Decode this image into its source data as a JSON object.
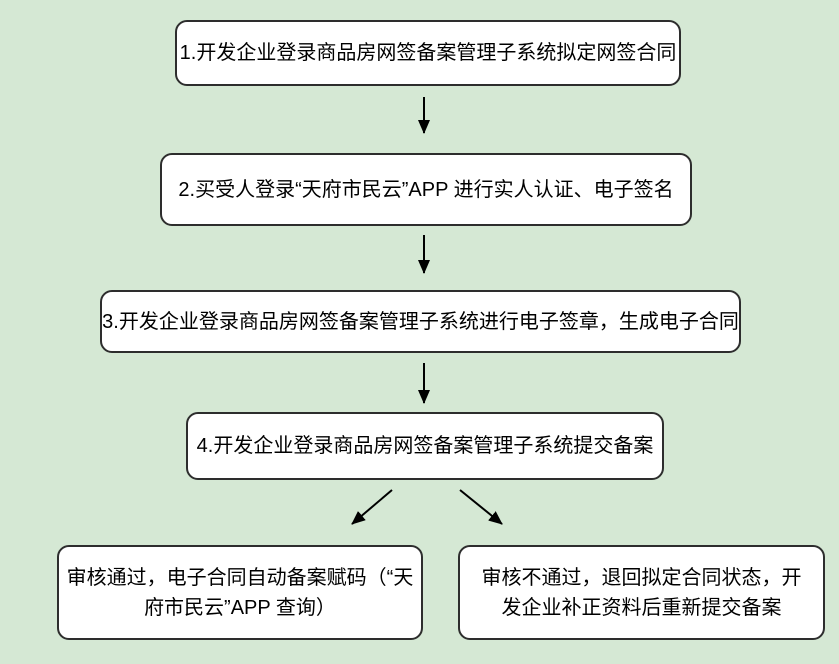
{
  "theme": {
    "background_color": "#d5e8d4",
    "box_fill": "#ffffff",
    "box_border": "#2d2d2d",
    "arrow_color": "#000000",
    "text_color": "#000000"
  },
  "flowchart": {
    "steps": [
      {
        "id": "step-1",
        "text": "1.开发企业登录商品房网签备案管理子系统拟定网签合同"
      },
      {
        "id": "step-2",
        "text": "2.买受人登录“天府市民云”APP 进行实人认证、电子签名"
      },
      {
        "id": "step-3",
        "text": "3.开发企业登录商品房网签备案管理子系统进行电子签章，生成电子合同"
      },
      {
        "id": "step-4",
        "text": "4.开发企业登录商品房网签备案管理子系统提交备案"
      }
    ],
    "outcomes": {
      "pass": {
        "lines": [
          "审核通过，电子合同自动备案赋码（“天",
          "府市民云”APP 查询）"
        ]
      },
      "fail": {
        "lines": [
          "审核不通过，退回拟定合同状态，开",
          "发企业补正资料后重新提交备案"
        ]
      }
    }
  }
}
